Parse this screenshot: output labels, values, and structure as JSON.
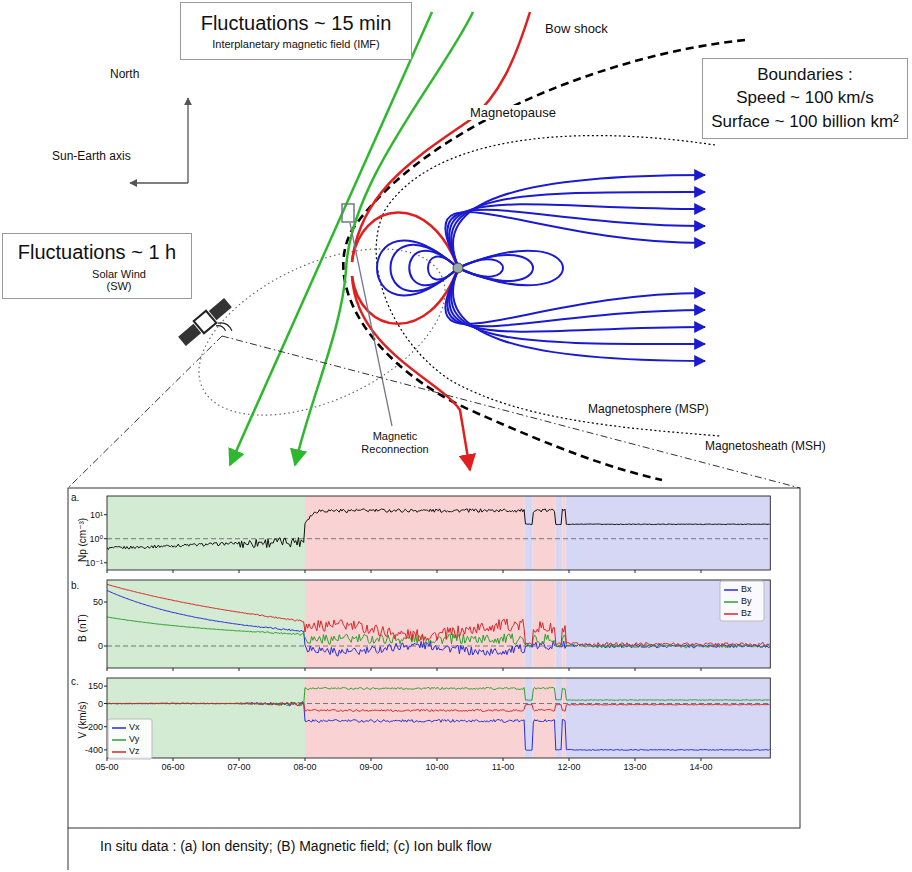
{
  "diagram": {
    "caption": "In situ data : (a) Ion density; (B) Magnetic field; (c) Ion bulk flow",
    "nodes": [
      {
        "text": [
          "Fluctuations ~ 15 min",
          "Interplanetary magnetic field (IMF)"
        ]
      },
      {
        "text": [
          "Boundaries :",
          "Speed ~ 100 km/s",
          "Surface ~ 100 billion km²"
        ]
      },
      {
        "text": [
          "Fluctuations ~ 1 h",
          "Solar Wind (SW)"
        ]
      }
    ],
    "labels": [
      "North",
      "Sun-Earth axis",
      "Bow shock",
      "Magnetopause",
      "Magnetic Reconnection",
      "Magnetosphere (MSP)",
      "Magnetosheath (MSH)",
      "a.",
      "Np (cm⁻³)",
      "10¹",
      "10⁰",
      "10⁻¹",
      "b.",
      "B (nT)",
      "50",
      "0",
      "c.",
      "V (km/s)",
      "150",
      "0",
      "-200",
      "-400",
      "05-00",
      "06-00",
      "07-00",
      "08-00",
      "09-00",
      "10-00",
      "11-00",
      "12-00",
      "13-00",
      "14-00"
    ],
    "legend": [
      {
        "text": "Bx"
      },
      {
        "text": "By"
      },
      {
        "text": "Bz"
      },
      {
        "text": "Vx"
      },
      {
        "text": "Vy"
      },
      {
        "text": "Vz"
      }
    ]
  }
}
